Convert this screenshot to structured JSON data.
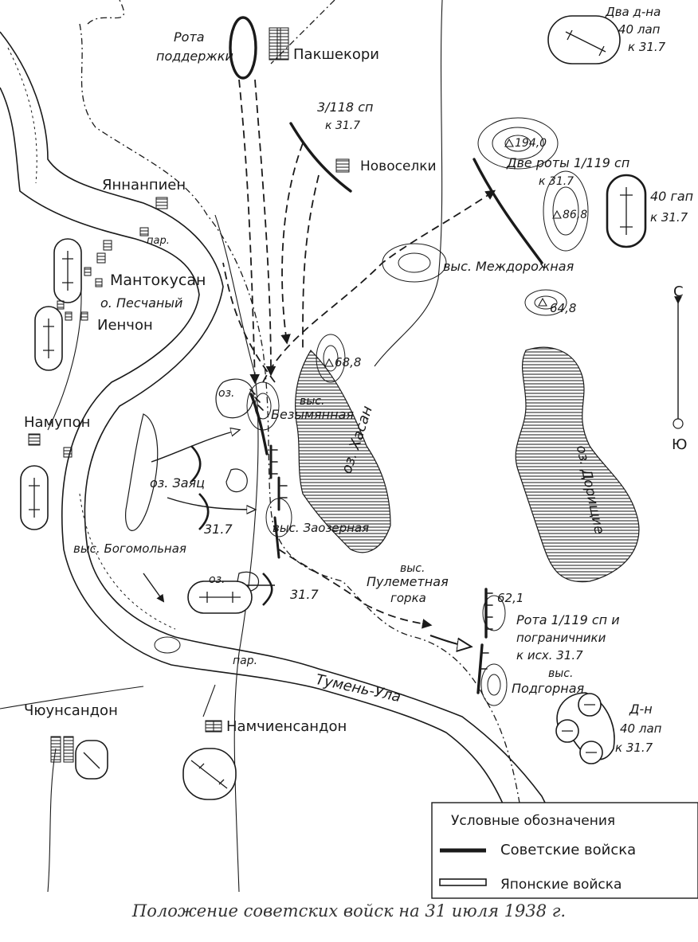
{
  "caption": "Положение советских войск на 31 июля 1938 г.",
  "colors": {
    "ink": "#1a1a1a",
    "water_hatch": "#2a2a2a",
    "paper": "#ffffff"
  },
  "settlements": {
    "pakshekori": "Пакшекори",
    "yannanpien": "Яннанпиен",
    "mantokusan": "Мантокусан",
    "ienchon": "Иенчон",
    "namupon": "Намупон",
    "novoselki": "Новоселки",
    "chyunsandon": "Чюунсандон",
    "namchiensandon": "Намчиенсандон"
  },
  "units": {
    "rota_podderzhki_1": "Рота",
    "rota_podderzhki_2": "поддержки",
    "sp118_1": "3/118 сп",
    "sp118_2": "к 31.7",
    "dve_roty_1": "Две роты 1/119 сп",
    "dve_roty_2": "к 31.7",
    "dva_dna_1": "Два д-на",
    "dva_dna_2": "40 лап",
    "dva_dna_3": "к 31.7",
    "gap40_1": "40 гап",
    "gap40_2": "к 31.7",
    "rota_119_1": "Рота 1/119 сп и",
    "rota_119_2": "пограничники",
    "rota_119_3": "к исх. 31.7",
    "dn40_1": "Д-н",
    "dn40_2": "40 лап",
    "dn40_3": "к 31.7",
    "date_1": "31.7",
    "date_2": "31.7"
  },
  "terrain": {
    "h1940": "194,0",
    "h868": "86,8",
    "h648": "64,8",
    "h688": "68,8",
    "h621": "62,1",
    "mezhdorozhnaya": "выс. Междорожная",
    "bezymyannaya_1": "выс.",
    "bezymyannaya_2": "Безымянная",
    "zaozernaya": "выс. Заозерная",
    "bogomolnaya": "выс. Богомольная",
    "pulemetnaya_1": "выс.",
    "pulemetnaya_2": "Пулеметная",
    "pulemetnaya_3": "горка",
    "podgornaya_1": "выс.",
    "podgornaya_2": "Подгорная",
    "peschany": "о. Песчаный",
    "oz": "оз.",
    "oz2": "оз.",
    "oz_zayats": "оз. Заяц",
    "oz_hasan": "оз. Хасан",
    "oz_dorishche": "оз. Дорищие",
    "tumen_ula": "Тумень-Ула",
    "par1": "пар.",
    "par2": "пар."
  },
  "compass": {
    "north": "С",
    "south": "Ю"
  },
  "legend": {
    "title": "Условные обозначения",
    "soviet": "Советские войска",
    "japanese": "Японские войска"
  }
}
